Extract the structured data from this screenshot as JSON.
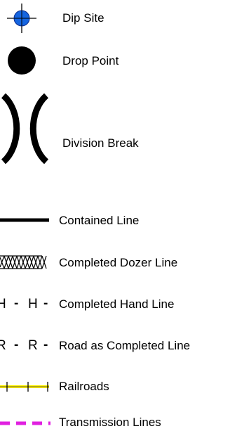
{
  "legend": {
    "items": [
      {
        "label": "Dip Site",
        "icon": "dip-site-crosshair-icon",
        "color": "#1565e0"
      },
      {
        "label": "Drop Point",
        "icon": "filled-circle-icon",
        "color": "#000000"
      },
      {
        "label": "Division Break",
        "icon": "division-break-parentheses-icon",
        "color": "#000000"
      },
      {
        "label": "Contained Line",
        "icon": "solid-thick-line-icon",
        "color": "#000000"
      },
      {
        "label": "Completed Dozer Line",
        "icon": "crosshatch-line-icon",
        "color": "#000000"
      },
      {
        "label": "Completed Hand Line",
        "icon": "hand-line-icon",
        "color": "#000000",
        "symbol_text": [
          "H",
          "-",
          "H",
          "-"
        ]
      },
      {
        "label": "Road as Completed Line",
        "icon": "road-line-icon",
        "color": "#000000",
        "symbol_text": [
          "R",
          "-",
          "R",
          "-"
        ]
      },
      {
        "label": "Railroads",
        "icon": "railroad-icon",
        "color": "#ffef00"
      },
      {
        "label": "Transmission Lines",
        "icon": "transmission-dashed-line-icon",
        "color": "#e020e0"
      }
    ]
  }
}
